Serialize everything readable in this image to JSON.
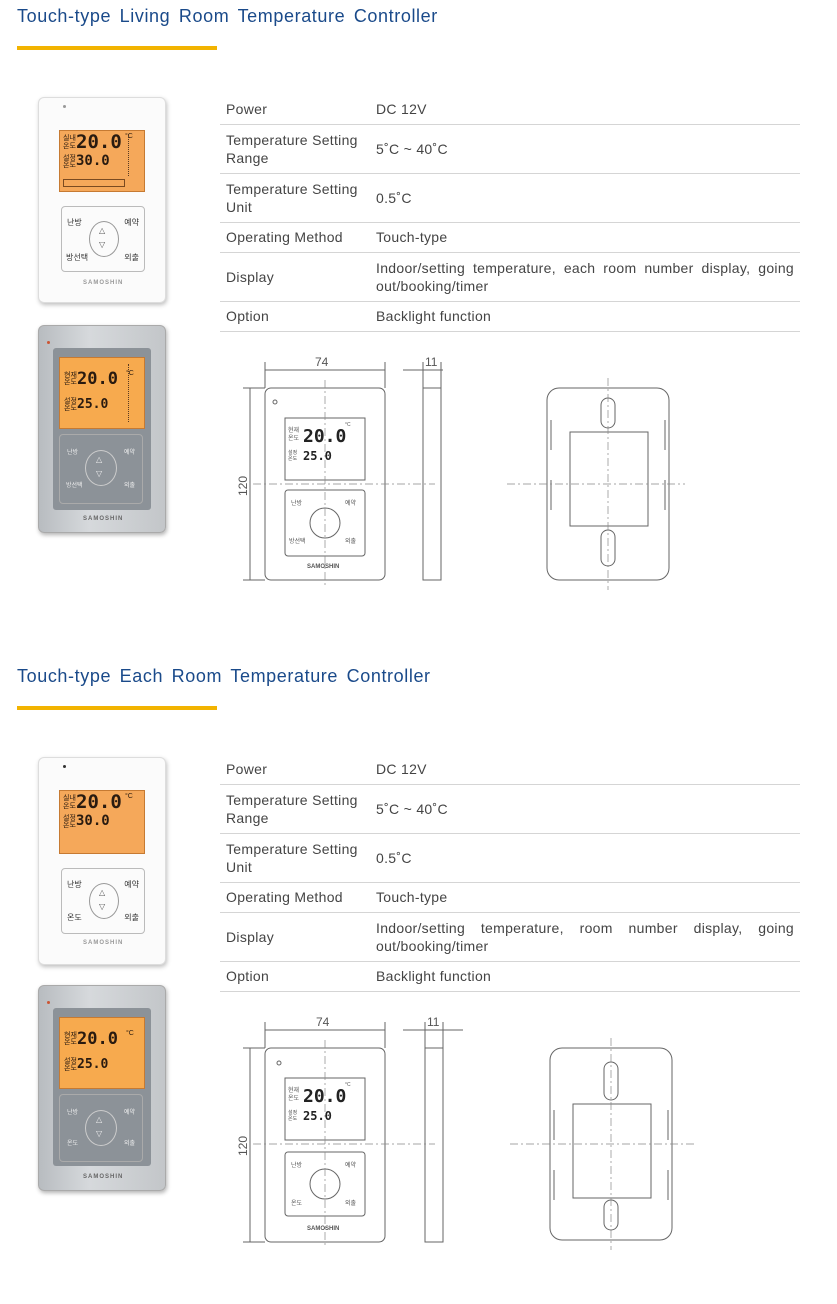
{
  "sections": [
    {
      "title": "Touch-type  Living  Room  Temperature  Controller",
      "specs": [
        {
          "label": "Power",
          "value": "DC  12V"
        },
        {
          "label": "Temperature Setting  Range",
          "value": "5˚C  ~  40˚C"
        },
        {
          "label": "Temperature Setting  Unit",
          "value": "0.5˚C"
        },
        {
          "label": "Operating Method",
          "value": "Touch-type"
        },
        {
          "label": "Display",
          "value": "Indoor/setting  temperature,  each  room  number  display,  going  out/booking/timer"
        },
        {
          "label": "Option",
          "value": "Backlight  function"
        }
      ],
      "devices": {
        "white": {
          "line1": "실내",
          "line2": "온도",
          "temp": "20.0",
          "unit": "°C",
          "set1": "설정",
          "set2": "온도",
          "set_temp": "30.0",
          "key_tl": "난방",
          "key_tr": "예약",
          "key_bl": "방선택",
          "key_br": "외출",
          "brand": "SAMOSHIN"
        },
        "silver": {
          "line1": "현재",
          "line2": "온도",
          "temp": "20.0",
          "unit": "°C",
          "set1": "설정",
          "set2": "온도",
          "set_temp": "25.0",
          "key_tl": "난방",
          "key_tr": "예약",
          "key_bl": "방선택",
          "key_br": "외출",
          "brand": "SAMOSHIN"
        }
      },
      "drawing": {
        "width_label": "74",
        "depth_label": "11",
        "height_label": "120",
        "line1": "현재",
        "line2": "온도",
        "temp": "20.0",
        "unit": "°C",
        "set1": "설정",
        "set2": "온도",
        "set_temp": "25.0",
        "key_tl": "난방",
        "key_tr": "예약",
        "key_bl": "방선택",
        "key_br": "외출",
        "brand": "SAMOSHIN"
      }
    },
    {
      "title": "Touch-type  Each  Room  Temperature  Controller",
      "specs": [
        {
          "label": "Power",
          "value": "DC  12V"
        },
        {
          "label": "Temperature Setting  Range",
          "value": "5˚C  ~  40˚C"
        },
        {
          "label": "Temperature Setting  Unit",
          "value": "0.5˚C"
        },
        {
          "label": "Operating Method",
          "value": "Touch-type"
        },
        {
          "label": "Display",
          "value": "Indoor/setting  temperature,  room  number  display,  going  out/booking/timer"
        },
        {
          "label": "Option",
          "value": "Backlight  function"
        }
      ],
      "devices": {
        "white": {
          "line1": "실내",
          "line2": "온도",
          "temp": "20.0",
          "unit": "°C",
          "set1": "설정",
          "set2": "온도",
          "set_temp": "30.0",
          "key_tl": "난방",
          "key_tr": "예약",
          "key_bl": "온도",
          "key_br": "외출",
          "brand": "SAMOSHIN"
        },
        "silver": {
          "line1": "현재",
          "line2": "온도",
          "temp": "20.0",
          "unit": "°C",
          "set1": "설정",
          "set2": "온도",
          "set_temp": "25.0",
          "key_tl": "난방",
          "key_tr": "예약",
          "key_bl": "온도",
          "key_br": "외출",
          "brand": "SAMOSHIN"
        }
      },
      "drawing": {
        "width_label": "74",
        "depth_label": "11",
        "height_label": "120",
        "line1": "현재",
        "line2": "온도",
        "temp": "20.0",
        "unit": "°C",
        "set1": "설정",
        "set2": "온도",
        "set_temp": "25.0",
        "key_tl": "난방",
        "key_tr": "예약",
        "key_bl": "온도",
        "key_br": "외출",
        "brand": "SAMOSHIN"
      }
    }
  ],
  "colors": {
    "title": "#1a4a8a",
    "accent_bar": "#f2b300",
    "lcd": "#f5a85a"
  }
}
